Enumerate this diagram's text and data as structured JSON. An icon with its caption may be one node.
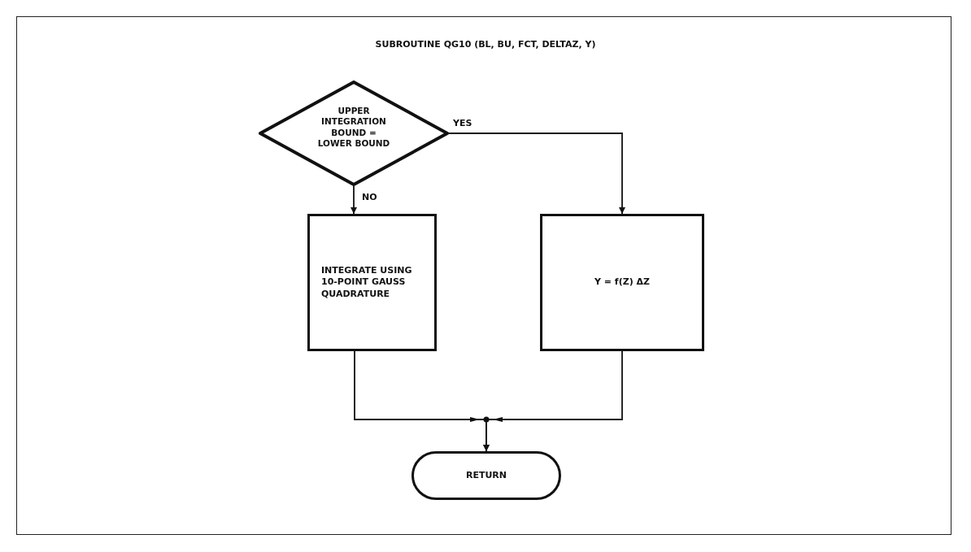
{
  "diagram": {
    "title": "SUBROUTINE QG10 (BL, BU, FCT, DELTAZ, Y)",
    "nodes": [
      {
        "text": [
          "UPPER INTEGRATION BOUND = LOWER BOUND"
        ]
      },
      {
        "text": [
          "INTEGRATE USING 10-POINT GAUSS QUADRATURE"
        ]
      },
      {
        "text": [
          "Y = f(Z) ΔZ"
        ]
      },
      {
        "text": [
          "RETURN"
        ]
      }
    ],
    "edges": [
      {
        "from": 0,
        "to": 1,
        "arrow": "to",
        "label": "NO"
      },
      {
        "from": 0,
        "to": 2,
        "arrow": "to",
        "label": "YES"
      },
      {
        "from": 1,
        "to": 3,
        "arrow": "to"
      },
      {
        "from": 2,
        "to": 3,
        "arrow": "to"
      }
    ]
  }
}
